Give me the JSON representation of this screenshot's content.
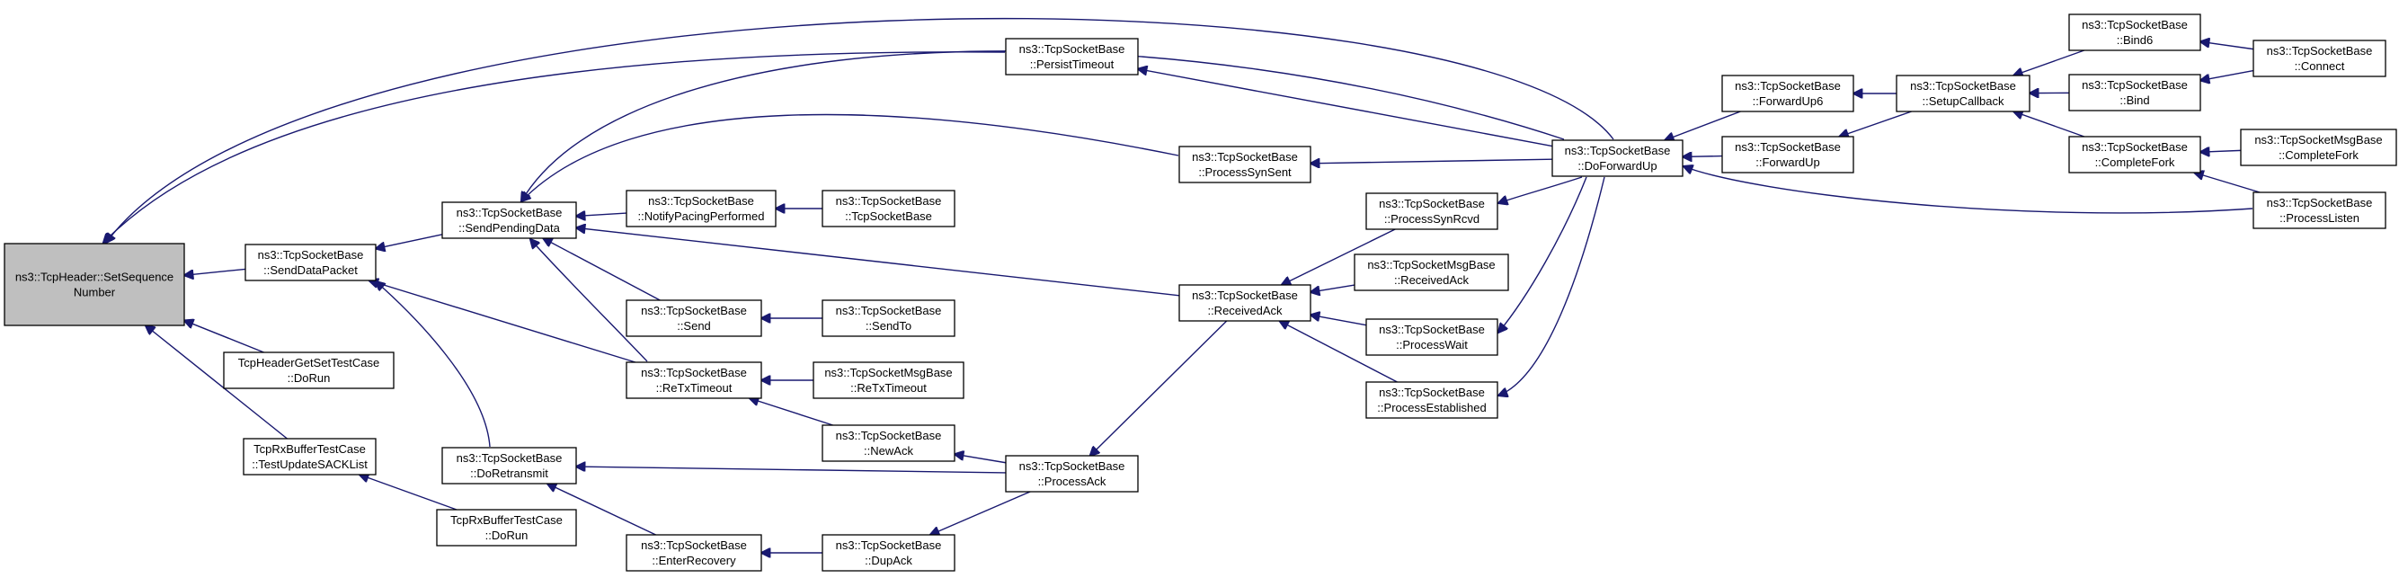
{
  "graph": {
    "colors": {
      "edge": "#191970",
      "root_fill": "#bfbfbf",
      "node_fill": "#ffffff",
      "node_border": "#000000"
    },
    "nodes": [
      {
        "id": "root",
        "lines": [
          "ns3::TcpHeader::SetSequence",
          "Number"
        ],
        "root": true
      },
      {
        "id": "sdp",
        "lines": [
          "ns3::TcpSocketBase",
          "::SendDataPacket"
        ]
      },
      {
        "id": "thgst",
        "lines": [
          "TcpHeaderGetSetTestCase",
          "::DoRun"
        ]
      },
      {
        "id": "trb",
        "lines": [
          "TcpRxBufferTestCase",
          "::TestUpdateSACKList"
        ]
      },
      {
        "id": "trbdr",
        "lines": [
          "TcpRxBufferTestCase",
          "::DoRun"
        ]
      },
      {
        "id": "spd",
        "lines": [
          "ns3::TcpSocketBase",
          "::SendPendingData"
        ]
      },
      {
        "id": "dre",
        "lines": [
          "ns3::TcpSocketBase",
          "::DoRetransmit"
        ]
      },
      {
        "id": "npp",
        "lines": [
          "ns3::TcpSocketBase",
          "::NotifyPacingPerformed"
        ]
      },
      {
        "id": "send",
        "lines": [
          "ns3::TcpSocketBase",
          "::Send"
        ]
      },
      {
        "id": "rtx",
        "lines": [
          "ns3::TcpSocketBase",
          "::ReTxTimeout"
        ]
      },
      {
        "id": "er",
        "lines": [
          "ns3::TcpSocketBase",
          "::EnterRecovery"
        ]
      },
      {
        "id": "tsbc",
        "lines": [
          "ns3::TcpSocketBase",
          "::TcpSocketBase"
        ]
      },
      {
        "id": "sto",
        "lines": [
          "ns3::TcpSocketBase",
          "::SendTo"
        ]
      },
      {
        "id": "mrtx",
        "lines": [
          "ns3::TcpSocketMsgBase",
          "::ReTxTimeout"
        ]
      },
      {
        "id": "na",
        "lines": [
          "ns3::TcpSocketBase",
          "::NewAck"
        ]
      },
      {
        "id": "da",
        "lines": [
          "ns3::TcpSocketBase",
          "::DupAck"
        ]
      },
      {
        "id": "pt",
        "lines": [
          "ns3::TcpSocketBase",
          "::PersistTimeout"
        ]
      },
      {
        "id": "pss",
        "lines": [
          "ns3::TcpSocketBase",
          "::ProcessSynSent"
        ]
      },
      {
        "id": "ra",
        "lines": [
          "ns3::TcpSocketBase",
          "::ReceivedAck"
        ]
      },
      {
        "id": "pa",
        "lines": [
          "ns3::TcpSocketBase",
          "::ProcessAck"
        ]
      },
      {
        "id": "psr",
        "lines": [
          "ns3::TcpSocketBase",
          "::ProcessSynRcvd"
        ]
      },
      {
        "id": "mra",
        "lines": [
          "ns3::TcpSocketMsgBase",
          "::ReceivedAck"
        ]
      },
      {
        "id": "pw",
        "lines": [
          "ns3::TcpSocketBase",
          "::ProcessWait"
        ]
      },
      {
        "id": "pe",
        "lines": [
          "ns3::TcpSocketBase",
          "::ProcessEstablished"
        ]
      },
      {
        "id": "dfu",
        "lines": [
          "ns3::TcpSocketBase",
          "::DoForwardUp"
        ]
      },
      {
        "id": "fu6",
        "lines": [
          "ns3::TcpSocketBase",
          "::ForwardUp6"
        ]
      },
      {
        "id": "fu",
        "lines": [
          "ns3::TcpSocketBase",
          "::ForwardUp"
        ]
      },
      {
        "id": "sc",
        "lines": [
          "ns3::TcpSocketBase",
          "::SetupCallback"
        ]
      },
      {
        "id": "b6",
        "lines": [
          "ns3::TcpSocketBase",
          "::Bind6"
        ]
      },
      {
        "id": "b",
        "lines": [
          "ns3::TcpSocketBase",
          "::Bind"
        ]
      },
      {
        "id": "cf",
        "lines": [
          "ns3::TcpSocketBase",
          "::CompleteFork"
        ]
      },
      {
        "id": "con",
        "lines": [
          "ns3::TcpSocketBase",
          "::Connect"
        ]
      },
      {
        "id": "mcf",
        "lines": [
          "ns3::TcpSocketMsgBase",
          "::CompleteFork"
        ]
      },
      {
        "id": "pl",
        "lines": [
          "ns3::TcpSocketBase",
          "::ProcessListen"
        ]
      }
    ],
    "edges": [
      [
        "sdp",
        "root"
      ],
      [
        "thgst",
        "root"
      ],
      [
        "trb",
        "root"
      ],
      [
        "pt",
        "root"
      ],
      [
        "dfu",
        "root"
      ],
      [
        "spd",
        "sdp"
      ],
      [
        "rtx",
        "sdp"
      ],
      [
        "dre",
        "sdp"
      ],
      [
        "trbdr",
        "trb"
      ],
      [
        "npp",
        "spd"
      ],
      [
        "send",
        "spd"
      ],
      [
        "rtx",
        "spd"
      ],
      [
        "ra",
        "spd"
      ],
      [
        "pss",
        "spd"
      ],
      [
        "dfu",
        "spd"
      ],
      [
        "pa",
        "dre"
      ],
      [
        "er",
        "dre"
      ],
      [
        "tsbc",
        "npp"
      ],
      [
        "sto",
        "send"
      ],
      [
        "mrtx",
        "rtx"
      ],
      [
        "na",
        "rtx"
      ],
      [
        "pa",
        "na"
      ],
      [
        "da",
        "er"
      ],
      [
        "pa",
        "da"
      ],
      [
        "ra",
        "pa"
      ],
      [
        "dfu",
        "pt"
      ],
      [
        "dfu",
        "pss"
      ],
      [
        "psr",
        "ra"
      ],
      [
        "mra",
        "ra"
      ],
      [
        "pw",
        "ra"
      ],
      [
        "pe",
        "ra"
      ],
      [
        "dfu",
        "psr"
      ],
      [
        "dfu",
        "pw"
      ],
      [
        "dfu",
        "pe"
      ],
      [
        "fu6",
        "dfu"
      ],
      [
        "fu",
        "dfu"
      ],
      [
        "pl",
        "dfu"
      ],
      [
        "sc",
        "fu6"
      ],
      [
        "sc",
        "fu"
      ],
      [
        "b6",
        "sc"
      ],
      [
        "b",
        "sc"
      ],
      [
        "cf",
        "sc"
      ],
      [
        "con",
        "b6"
      ],
      [
        "con",
        "b"
      ],
      [
        "mcf",
        "cf"
      ],
      [
        "pl",
        "cf"
      ]
    ]
  }
}
